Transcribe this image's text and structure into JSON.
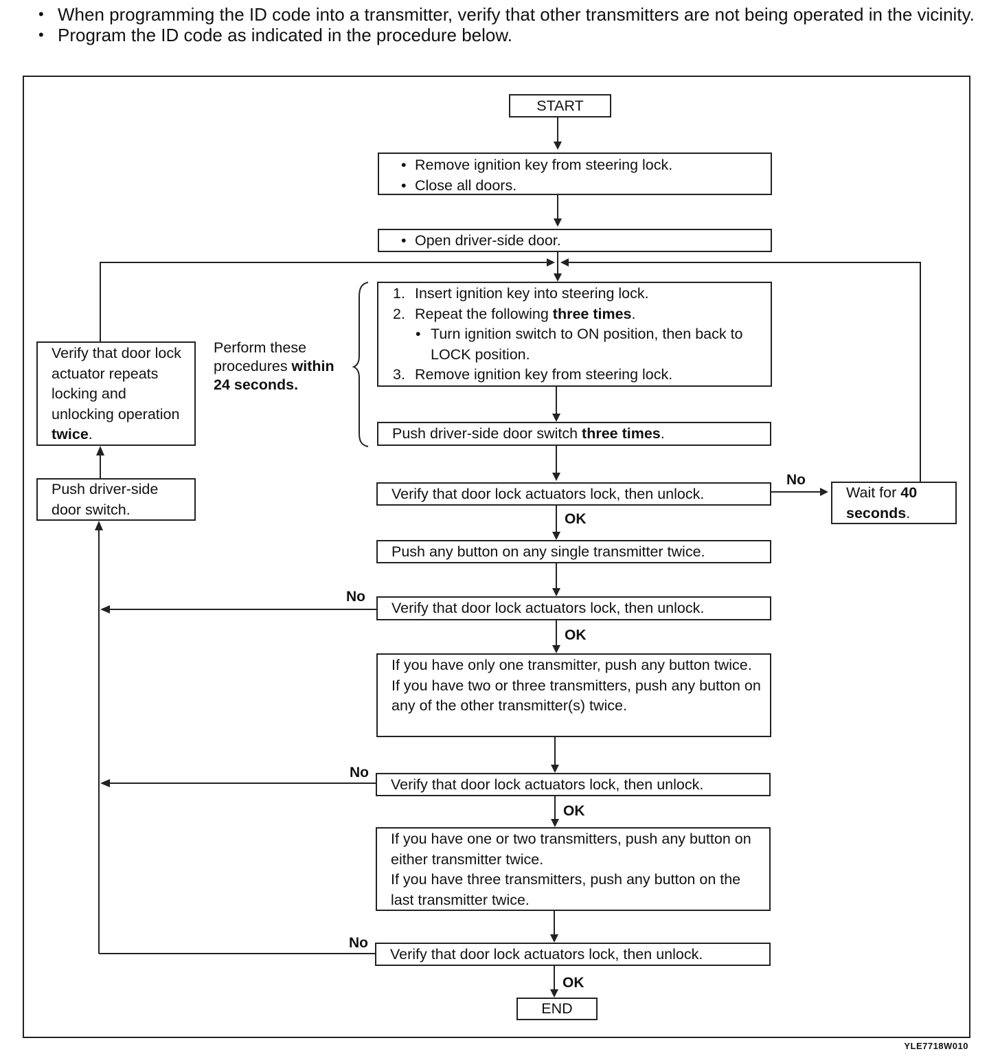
{
  "notes": [
    "When programming the ID code into a transmitter, verify that other transmitters are not being operated in the vicinity.",
    "Program the ID code as indicated in the procedure below."
  ],
  "flow": {
    "start": "START",
    "end": "END",
    "prep": [
      "Remove ignition key from steering lock.",
      "Close all doors."
    ],
    "open_door": "Open driver-side door.",
    "steps": {
      "s1": "Insert ignition key into steering lock.",
      "s2_pre": "Repeat the following ",
      "s2_bold": "three times",
      "s2_post": ".",
      "s2_sub": "Turn ignition switch to ON position, then back to LOCK position.",
      "s3": "Remove ignition key from steering lock."
    },
    "push_switch_pre": "Push driver-side door switch ",
    "push_switch_bold": "three times",
    "push_switch_post": ".",
    "verify": "Verify that door lock actuators lock, then unlock.",
    "push_tx": "Push any button on any single transmitter twice.",
    "second_tx": "If you have only one transmitter, push any button twice.\nIf you have two or three transmitters, push any button on any of the other transmitter(s) twice.",
    "third_tx": "If you have one or two transmitters, push any button on either transmitter twice.\nIf you have three transmitters, push any button on the last transmitter twice.",
    "wait_pre": "Wait for ",
    "wait_bold": "40 seconds",
    "wait_post": ".",
    "within_pre": "Perform these procedures ",
    "within_bold": "within 24 seconds",
    "within_post": ".",
    "verify_twice_pre": "Verify that door lock actuator repeats locking and unlocking operation ",
    "verify_twice_bold": "twice",
    "verify_twice_post": ".",
    "push_switch_left": "Push driver-side door switch.",
    "ok": "OK",
    "no": "No"
  },
  "figure_id": "YLE7718W010"
}
